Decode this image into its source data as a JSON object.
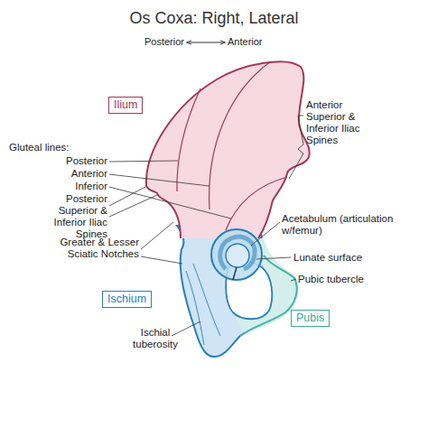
{
  "diagram": {
    "title": "Os Coxa: Right, Lateral",
    "nodes": [
      {
        "text": [
          "Ilium"
        ]
      },
      {
        "text": [
          "Ischium"
        ]
      },
      {
        "text": [
          "Pubis"
        ]
      }
    ],
    "labels": [
      "Posterior",
      "Anterior",
      "Gluteal lines:",
      "Posterior",
      "Anterior",
      "Inferior",
      "Posterior Superior & Inferior Iliac Spines",
      "Greater & Lesser Sciatic Notches",
      "Ischial tuberosity",
      "Anterior Superior & Inferior Iliac Spines",
      "Acetabulum (articulation w/femur)",
      "Lunate surface",
      "Pubic tubercle"
    ]
  }
}
